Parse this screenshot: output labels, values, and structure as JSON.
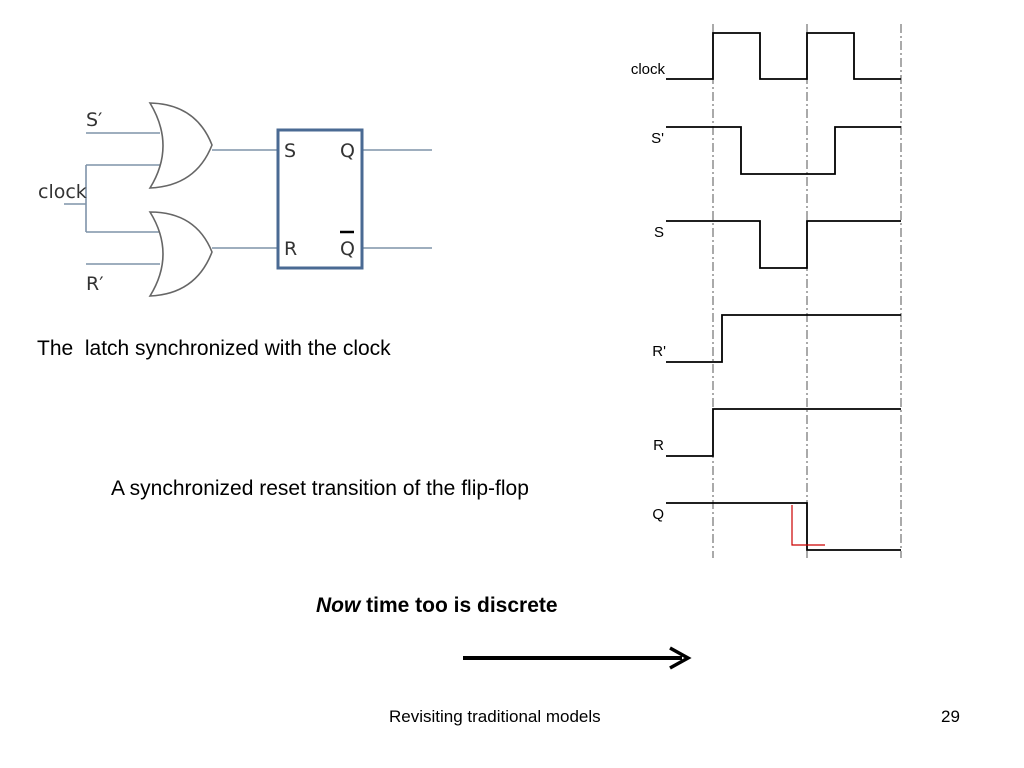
{
  "circuit": {
    "inputs": {
      "s_prime": "S′",
      "clock": "clock",
      "r_prime": "R′"
    },
    "latch": {
      "s": "S",
      "r": "R",
      "q": "Q",
      "q_bar": "Q"
    },
    "gate_color": "#666666",
    "wire_color": "#7f93a8",
    "box_color": "#4a6a93"
  },
  "timing": {
    "signals": [
      "clock",
      "S'",
      "S",
      "R'",
      "R",
      "Q"
    ],
    "marker_color": "#cc0000"
  },
  "captions": {
    "latch": "The  latch synchronized with the clock",
    "reset": "A synchronized reset transition of the flip-flop"
  },
  "headline": {
    "emphasis": "Now",
    "rest": " time too is discrete"
  },
  "footer": {
    "title": "Revisiting traditional models",
    "page": "29"
  }
}
